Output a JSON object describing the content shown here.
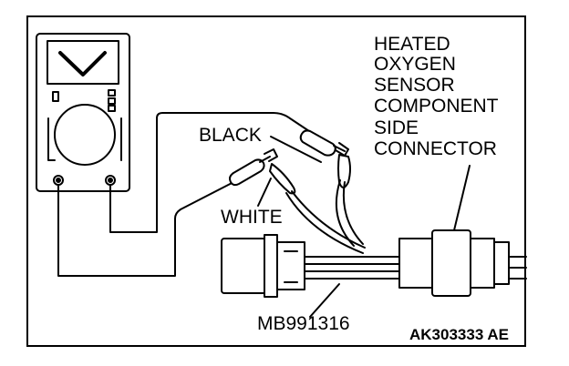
{
  "diagram": {
    "labels": {
      "sensor_connector_lines": [
        "HEATED",
        "OXYGEN",
        "SENSOR",
        "COMPONENT",
        "SIDE",
        "CONNECTOR"
      ],
      "black_probe": "BLACK",
      "white_probe": "WHITE",
      "harness_tool": "MB991316",
      "figure_code": "AK303333 AE"
    },
    "colors": {
      "line": "#000000",
      "background": "#ffffff"
    }
  }
}
